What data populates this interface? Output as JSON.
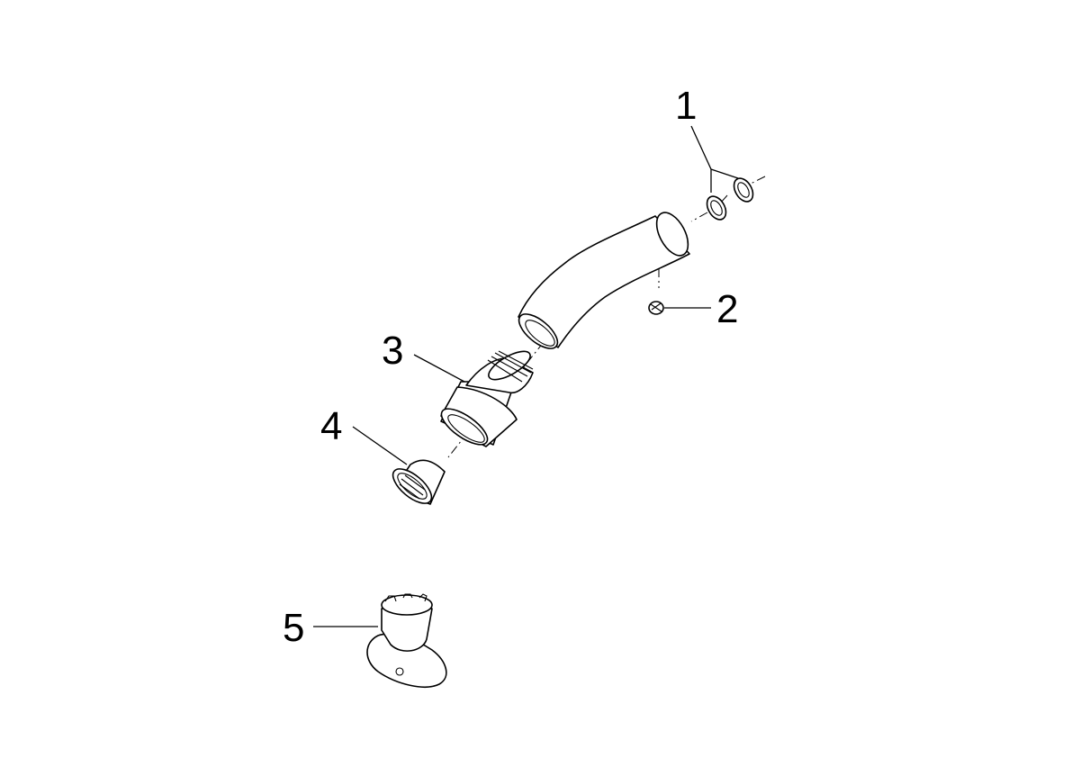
{
  "parts": [
    {
      "label": "1",
      "icon": "o-ring-pair-icon"
    },
    {
      "label": "2",
      "icon": "set-screw-icon"
    },
    {
      "label": "3",
      "icon": "threaded-adapter-icon"
    },
    {
      "label": "4",
      "icon": "aerator-insert-icon"
    },
    {
      "label": "5",
      "icon": "aerator-key-tool-icon"
    }
  ]
}
